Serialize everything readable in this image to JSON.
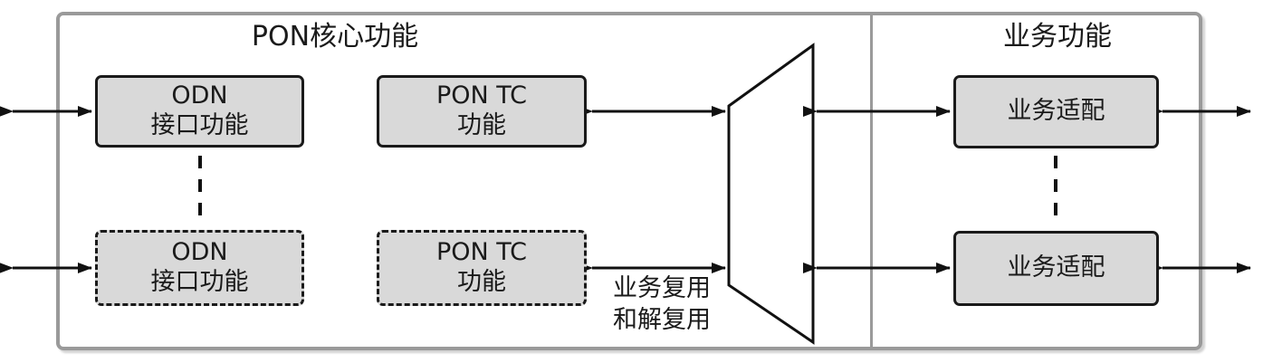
{
  "colors": {
    "background": "#ffffff",
    "outer_border": "#9a9a9a",
    "box_fill": "#d9d9d9",
    "box_border": "#1a1a1a",
    "line": "#111111",
    "text": "#1a1a1a"
  },
  "sections": {
    "core": {
      "title": "PON核心功能",
      "boxes": {
        "odn_primary": {
          "line1": "ODN",
          "line2": "接口功能",
          "style": "solid"
        },
        "pon_tc_primary": {
          "line1": "PON TC",
          "line2": "功能",
          "style": "solid"
        },
        "odn_secondary": {
          "line1": "ODN",
          "line2": "接口功能",
          "style": "dashed"
        },
        "pon_tc_secondary": {
          "line1": "PON TC",
          "line2": "功能",
          "style": "dashed"
        }
      },
      "mux": {
        "shape": "trapezoid",
        "label_line1": "业务复用",
        "label_line2": "和解复用"
      }
    },
    "service": {
      "title": "业务功能",
      "boxes": {
        "adapt_primary": {
          "label": "业务适配",
          "style": "solid"
        },
        "adapt_secondary": {
          "label": "业务适配",
          "style": "solid"
        }
      }
    }
  },
  "connectors": {
    "arrow_style": "double-headed",
    "dashed_links": [
      "odn_primary-odn_secondary",
      "adapt_primary-adapt_secondary"
    ]
  }
}
